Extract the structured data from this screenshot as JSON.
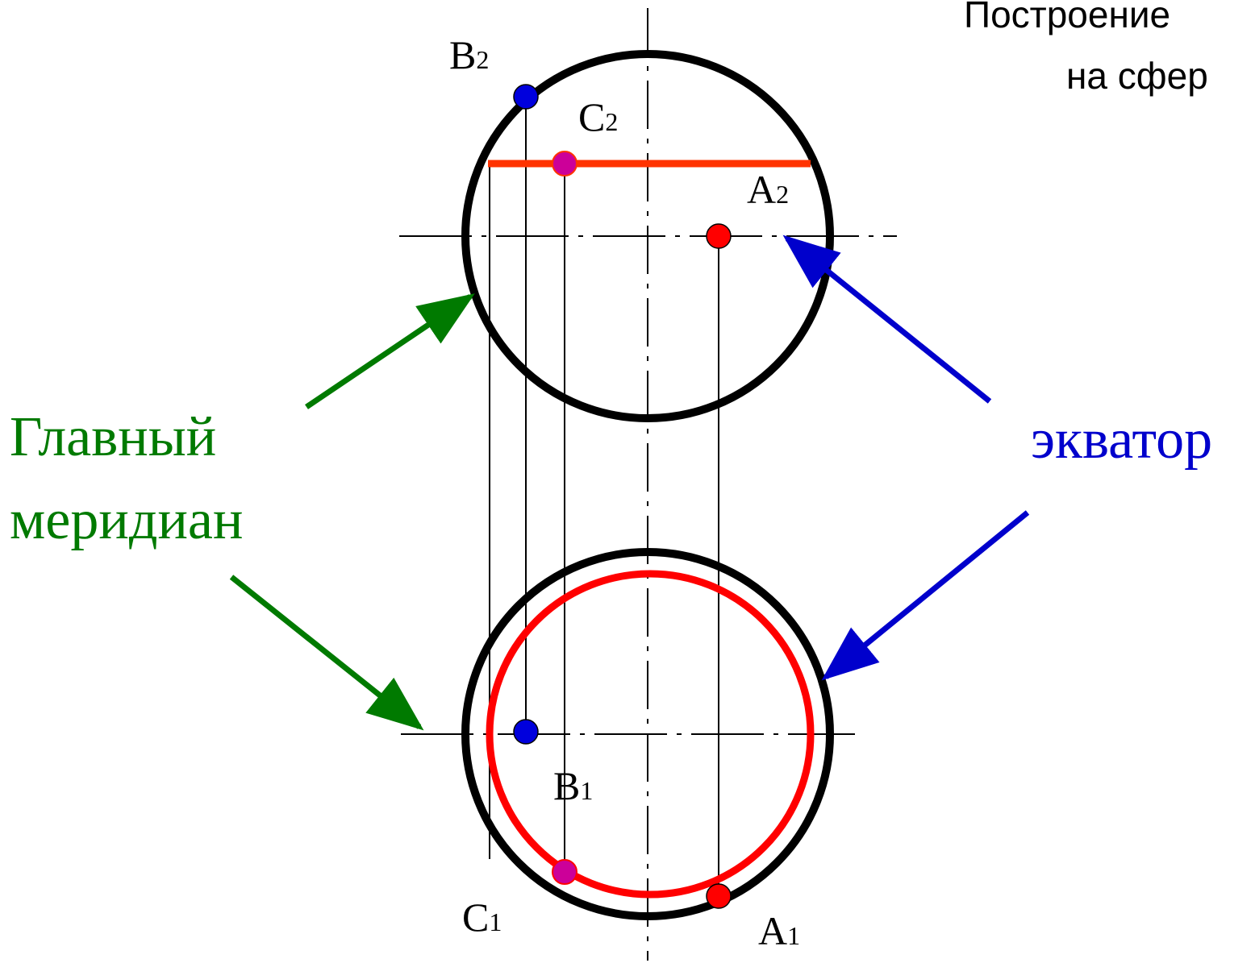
{
  "title": {
    "line1": "Построение",
    "line2": "на сфер"
  },
  "labels": {
    "meridian_line1": "Главный",
    "meridian_line2": "меридиан",
    "equator": "экватор"
  },
  "points": {
    "A2": {
      "letter": "A",
      "index": "2"
    },
    "B2": {
      "letter": "B",
      "index": "2"
    },
    "C2": {
      "letter": "C",
      "index": "2"
    },
    "A1": {
      "letter": "A",
      "index": "1"
    },
    "B1": {
      "letter": "B",
      "index": "1"
    },
    "C1": {
      "letter": "C",
      "index": "1"
    }
  },
  "colors": {
    "outline": "#000000",
    "section": "#ff3300",
    "equator_circle": "#ff0000",
    "meridian_text": "#007a00",
    "meridian_arrow": "#007a00",
    "equator_text": "#0000cc",
    "equator_arrow": "#0000cc",
    "point_a": "#ff0000",
    "point_b": "#0000dd",
    "point_c": "#cc0099"
  }
}
